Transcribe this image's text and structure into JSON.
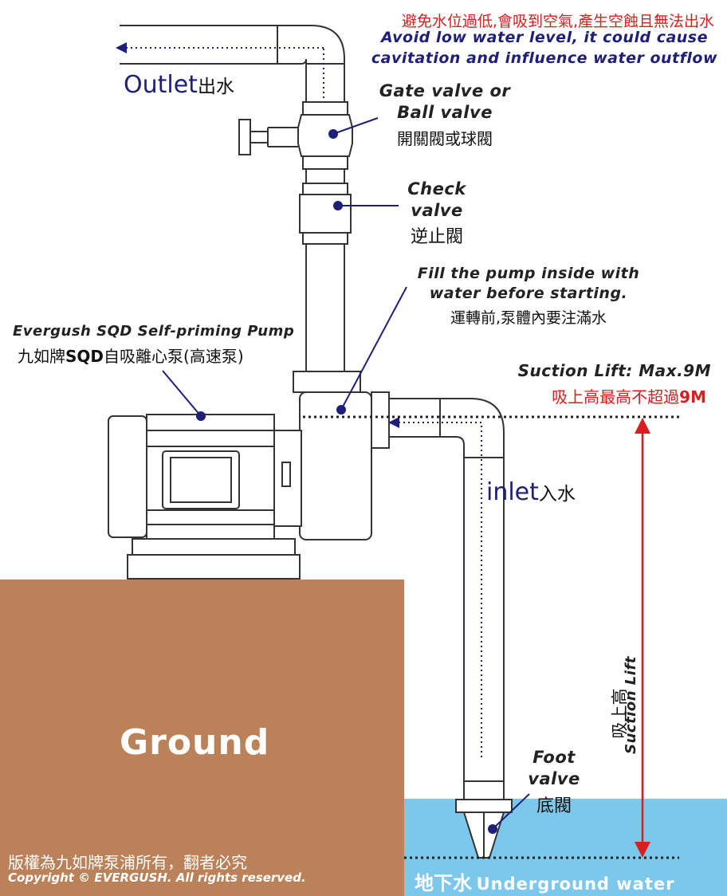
{
  "warning": {
    "zh": "避免水位過低,會吸到空氣,產生空蝕且無法出水",
    "en_line1": "Avoid low water level, it could cause",
    "en_line2": "cavitation and influence water outflow"
  },
  "outlet": {
    "en": "Outlet",
    "zh": "出水"
  },
  "gate_valve": {
    "en_line1": "Gate valve or",
    "en_line2": "Ball valve",
    "zh": "開關閥或球閥"
  },
  "check_valve": {
    "en_line1": "Check",
    "en_line2": "valve",
    "zh": "逆止閥"
  },
  "fill": {
    "en_line1": "Fill the pump inside with",
    "en_line2": "water before starting.",
    "zh": "運轉前,泵體內要注滿水"
  },
  "pump": {
    "en": "Evergush SQD Self-priming Pump",
    "zh_prefix": "九如牌",
    "zh_bold": "SQD",
    "zh_suffix": "自吸離心泵(高速泵)"
  },
  "suction": {
    "en": "Suction Lift: Max.9M",
    "zh_prefix": "吸上高最高不超過",
    "zh_bold": "9M"
  },
  "inlet": {
    "en": "inlet",
    "zh": "入水"
  },
  "vertical_label": {
    "zh": "吸上高",
    "en": "Suction Lift"
  },
  "foot_valve": {
    "en_line1": "Foot",
    "en_line2": "valve",
    "zh": "底閥"
  },
  "ground": {
    "label": "Ground"
  },
  "water": {
    "zh": "地下水",
    "en": "Underground water"
  },
  "copyright": {
    "zh": "版權為九如牌泵浦所有，翻者必究",
    "en": "Copyright © EVERGUSH. All rights reserved."
  },
  "colors": {
    "ground": "#bb8259",
    "water": "#7cc8ec",
    "label_blue": "#1f1f7a",
    "accent_red": "#d81e1e",
    "outline": "#333333"
  }
}
